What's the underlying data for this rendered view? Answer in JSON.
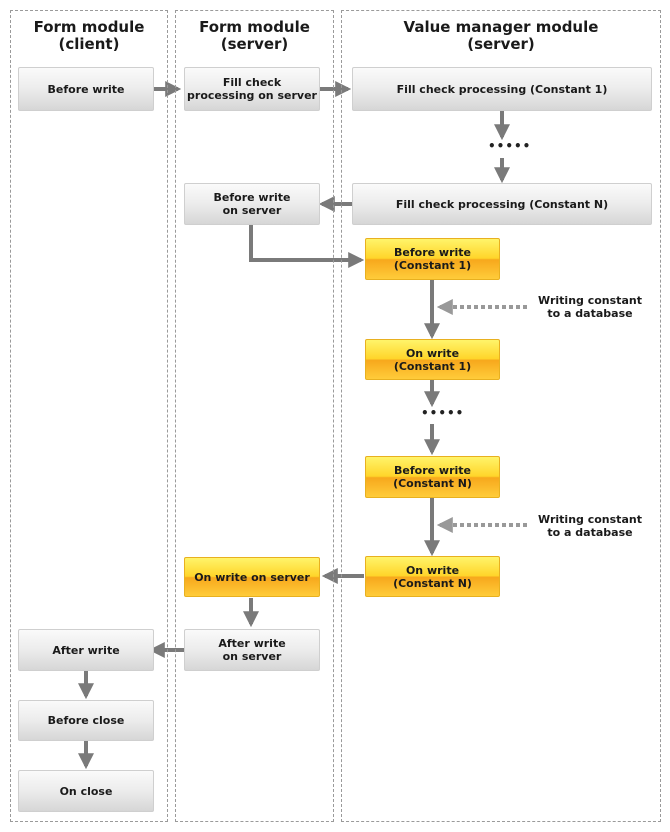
{
  "lanes": {
    "client": {
      "title": "Form module\n(client)"
    },
    "server": {
      "title": "Form module\n(server)"
    },
    "vm": {
      "title": "Value manager module\n(server)"
    }
  },
  "nodes": {
    "client_before_write": "Before write",
    "server_fill_check": "Fill check\nprocessing on server",
    "vm_fill_check_1": "Fill check processing (Constant 1)",
    "vm_ellipsis_1": "•••••",
    "vm_fill_check_n": "Fill check processing (Constant N)",
    "server_before_write": "Before write\non server",
    "vm_before_write_1": "Before write\n(Constant 1)",
    "note_writing_1": "Writing constant\nto a database",
    "vm_on_write_1": "On write\n(Constant 1)",
    "vm_ellipsis_2": "•••••",
    "vm_before_write_n": "Before write\n(Constant N)",
    "note_writing_2": "Writing constant\nto a database",
    "vm_on_write_n": "On write\n(Constant N)",
    "server_on_write": "On write on server",
    "server_after_write": "After write\non server",
    "client_after_write": "After write",
    "client_before_close": "Before close",
    "client_on_close": "On close"
  },
  "colors": {
    "arrow": "#7a7a7a",
    "dashed_arrow": "#999999",
    "lane_border": "#9a9a9a",
    "gray_node": "#e4e4e4",
    "yellow_node": "#ffd52a",
    "orange_band": "#f7a81c"
  }
}
